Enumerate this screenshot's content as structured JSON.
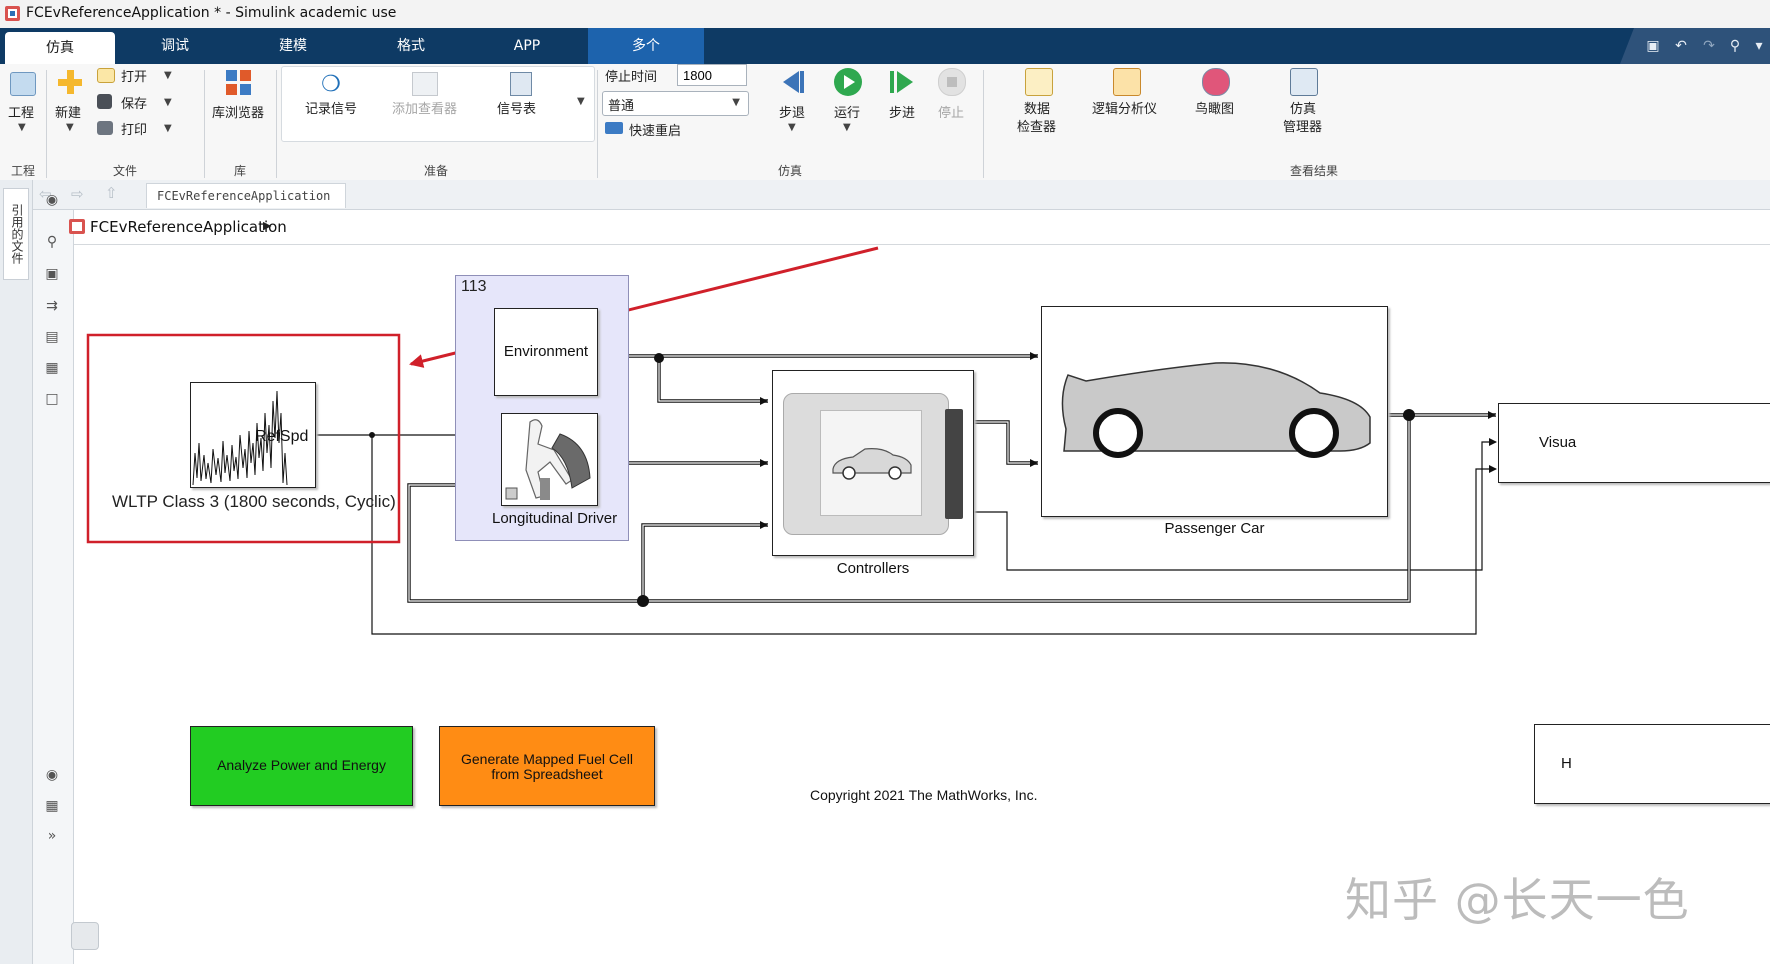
{
  "window": {
    "title": "FCEvReferenceApplication * - Simulink academic use"
  },
  "tabs": [
    {
      "label": "仿真",
      "active": true
    },
    {
      "label": "调试"
    },
    {
      "label": "建模"
    },
    {
      "label": "格式"
    },
    {
      "label": "APP"
    },
    {
      "label": "多个",
      "highlight": true
    }
  ],
  "ribbon": {
    "project": {
      "button": "工程",
      "group": "工程"
    },
    "file": {
      "new_label": "新建",
      "open_label": "打开",
      "save_label": "保存",
      "print_label": "打印",
      "group": "文件"
    },
    "library": {
      "button": "库浏览器",
      "group": "库"
    },
    "prepare": {
      "log_signals": "记录信号",
      "add_viewer": "添加查看器",
      "signal_table": "信号表",
      "group": "准备"
    },
    "simulate": {
      "stop_time_label": "停止时间",
      "stop_time_value": "1800",
      "mode_value": "普通",
      "fast_restart": "快速重启",
      "step_back": "步退",
      "run": "运行",
      "step_forward": "步进",
      "stop": "停止",
      "group": "仿真"
    },
    "review": {
      "data_inspector_1": "数据",
      "data_inspector_2": "检查器",
      "logic_analyzer": "逻辑分析仪",
      "birds_eye": "鸟瞰图",
      "sim_manager_1": "仿真",
      "sim_manager_2": "管理器",
      "group": "查看结果"
    }
  },
  "editor": {
    "side_tab": "引用的文件",
    "breadcrumb_tab": "FCEvReferenceApplication",
    "model_path": "FCEvReferenceApplication"
  },
  "diagram": {
    "area_label": "113",
    "blocks": {
      "refspd_port": "RefSpd",
      "drive_cycle": "WLTP Class 3 (1800  seconds, Cyclic)",
      "environment": "Environment",
      "longitudinal_driver": "Longitudinal Driver",
      "controllers": "Controllers",
      "passenger_car": "Passenger Car",
      "visualization_partial": "Visua",
      "right_block_partial": "H"
    },
    "buttons": {
      "analyze": "Analyze Power and Energy",
      "generate_line1": "Generate Mapped Fuel Cell",
      "generate_line2": "from Spreadsheet"
    },
    "copyright": "Copyright 2021 The MathWorks, Inc."
  },
  "watermark": "知乎 @长天一色",
  "colors": {
    "tab_bar": "#0e3a64",
    "tab_highlight": "#1d63ad",
    "annotation_red": "#d0202a",
    "area_fill": "#e6e6fa",
    "analyze_green": "#22cc22",
    "generate_orange": "#ff8c14"
  }
}
